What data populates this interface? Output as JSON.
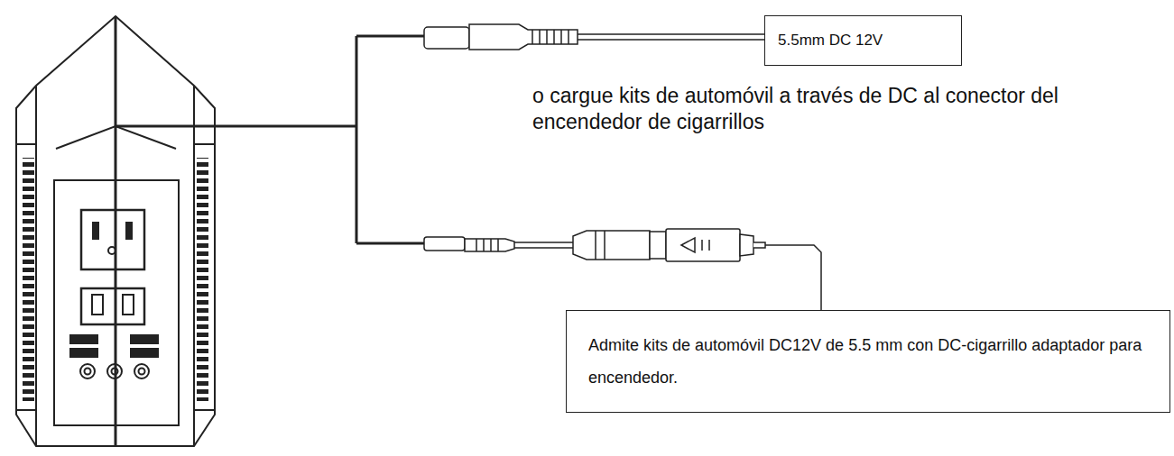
{
  "diagram": {
    "nodes": [
      {
        "text": [
          "5.5mm DC 12V"
        ]
      },
      {
        "text": [
          "Admite kits de automóvil DC12V de 5.5 mm con DC-cigarrillo adaptador para encendedor."
        ]
      }
    ],
    "labels": [
      "o cargue kits de automóvil a través de DC al conector del encendedor de cigarrillos"
    ]
  }
}
